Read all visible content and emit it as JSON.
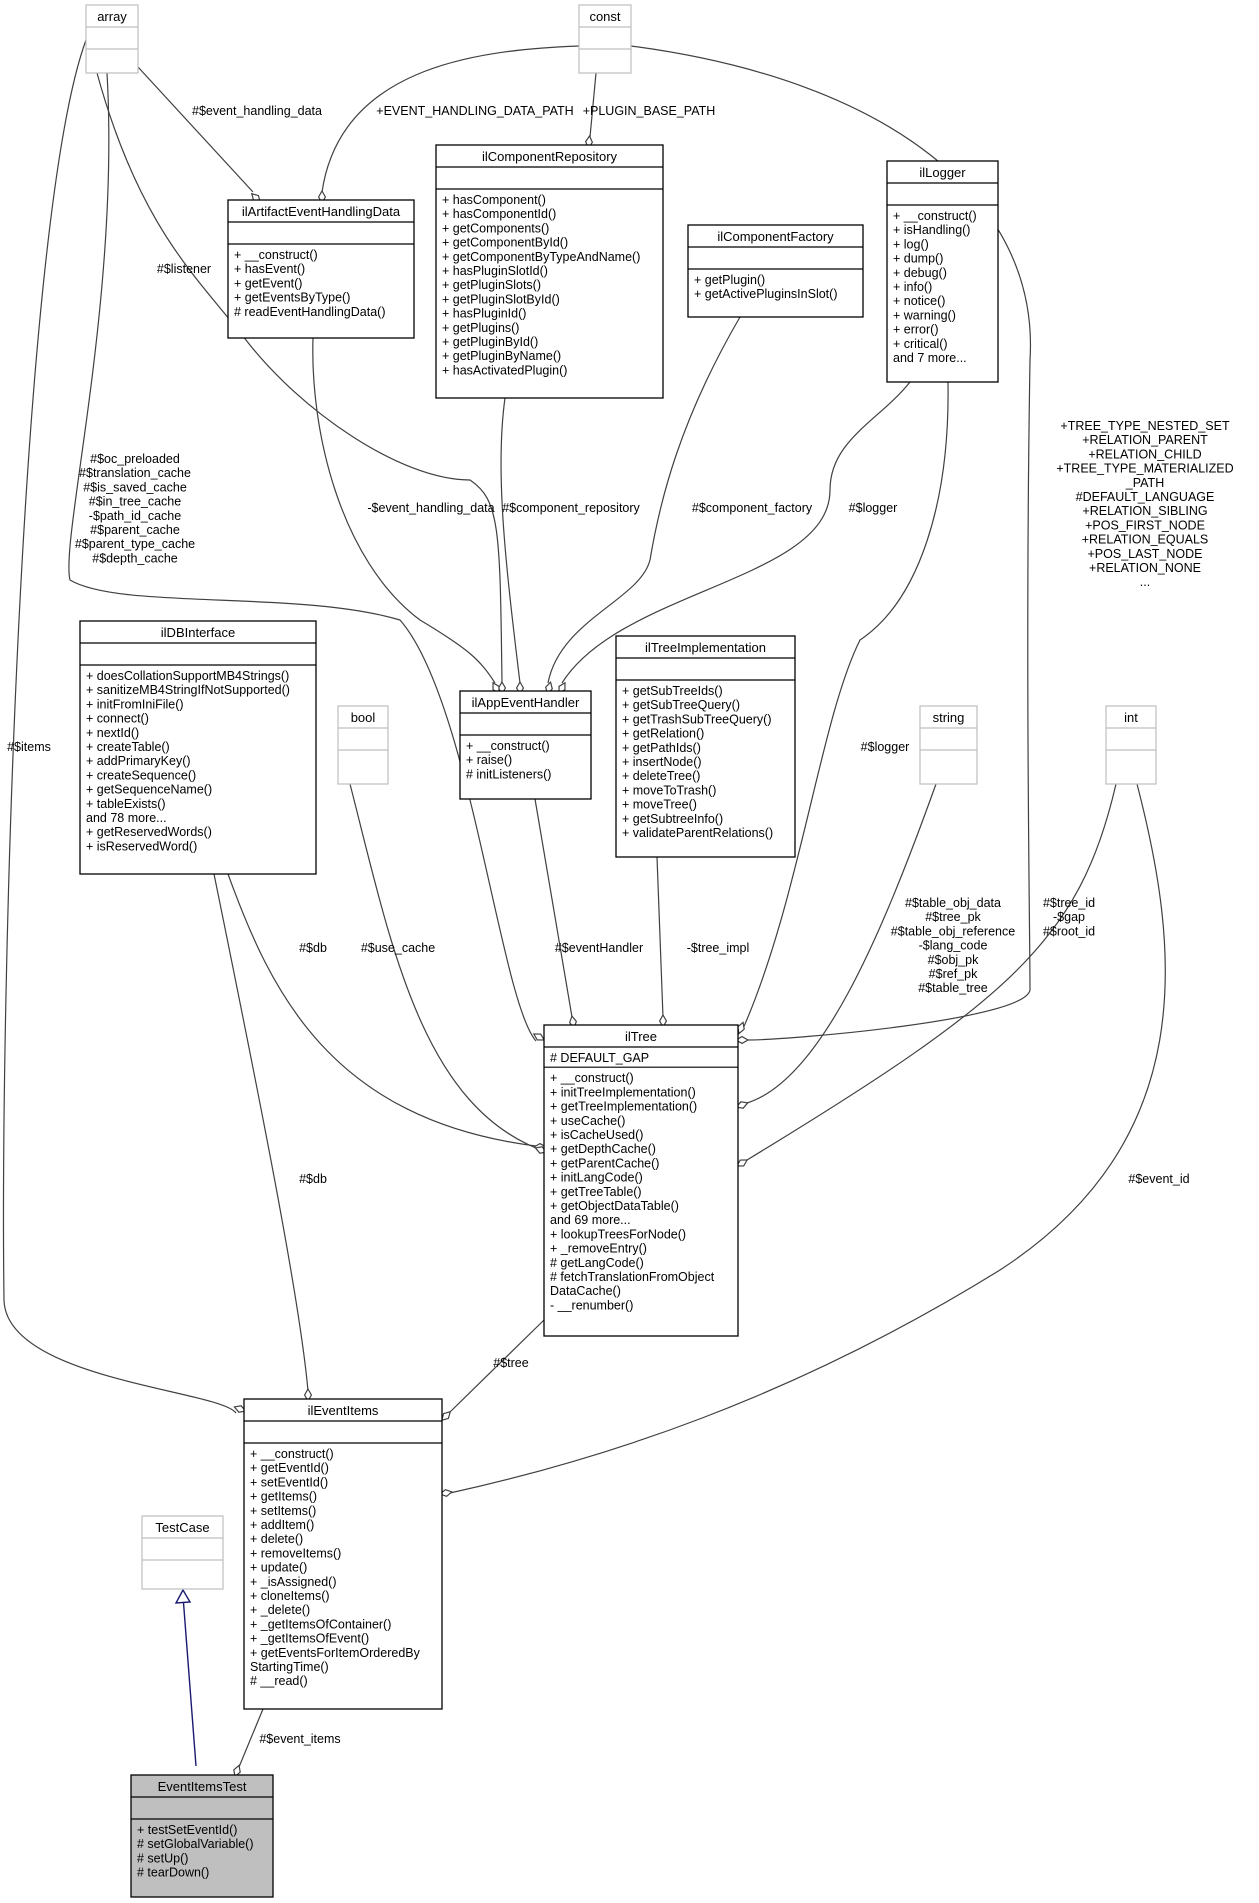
{
  "classes": {
    "array": {
      "title": "array",
      "attributes": [],
      "methods": []
    },
    "const": {
      "title": "const",
      "attributes": [],
      "methods": []
    },
    "bool": {
      "title": "bool",
      "attributes": [],
      "methods": []
    },
    "string": {
      "title": "string",
      "attributes": [],
      "methods": []
    },
    "int": {
      "title": "int",
      "attributes": [],
      "methods": []
    },
    "testcase": {
      "title": "TestCase",
      "attributes": [],
      "methods": []
    },
    "artifact": {
      "title": "ilArtifactEventHandlingData",
      "attributes": [],
      "methods": [
        "+ __construct()",
        "+ hasEvent()",
        "+ getEvent()",
        "+ getEventsByType()",
        "# readEventHandlingData()"
      ]
    },
    "repository": {
      "title": "ilComponentRepository",
      "attributes": [],
      "methods": [
        "+ hasComponent()",
        "+ hasComponentId()",
        "+ getComponents()",
        "+ getComponentById()",
        "+ getComponentByTypeAndName()",
        "+ hasPluginSlotId()",
        "+ getPluginSlots()",
        "+ getPluginSlotById()",
        "+ hasPluginId()",
        "+ getPlugins()",
        "+ getPluginById()",
        "+ getPluginByName()",
        "+ hasActivatedPlugin()"
      ]
    },
    "factory": {
      "title": "ilComponentFactory",
      "attributes": [],
      "methods": [
        "+ getPlugin()",
        "+ getActivePluginsInSlot()"
      ]
    },
    "logger": {
      "title": "ilLogger",
      "attributes": [],
      "methods": [
        "+ __construct()",
        "+ isHandling()",
        "+ log()",
        "+ dump()",
        "+ debug()",
        "+ info()",
        "+ notice()",
        "+ warning()",
        "+ error()",
        "+ critical()",
        "and 7 more..."
      ]
    },
    "dbinterface": {
      "title": "ilDBInterface",
      "attributes": [],
      "methods": [
        "+ doesCollationSupportMB4Strings()",
        "+ sanitizeMB4StringIfNotSupported()",
        "+ initFromIniFile()",
        "+ connect()",
        "+ nextId()",
        "+ createTable()",
        "+ addPrimaryKey()",
        "+ createSequence()",
        "+ getSequenceName()",
        "+ tableExists()",
        "and 78 more...",
        "+ getReservedWords()",
        "+ isReservedWord()"
      ]
    },
    "appevent": {
      "title": "ilAppEventHandler",
      "attributes": [],
      "methods": [
        "+ __construct()",
        "+ raise()",
        "# initListeners()"
      ]
    },
    "treeimpl": {
      "title": "ilTreeImplementation",
      "attributes": [],
      "methods": [
        "+ getSubTreeIds()",
        "+ getSubTreeQuery()",
        "+ getTrashSubTreeQuery()",
        "+ getRelation()",
        "+ getPathIds()",
        "+ insertNode()",
        "+ deleteTree()",
        "+ moveToTrash()",
        "+ moveTree()",
        "+ getSubtreeInfo()",
        "+ validateParentRelations()"
      ]
    },
    "iltree": {
      "title": "ilTree",
      "attributes": [
        "# DEFAULT_GAP"
      ],
      "methods": [
        "+ __construct()",
        "+ initTreeImplementation()",
        "+ getTreeImplementation()",
        "+ useCache()",
        "+ isCacheUsed()",
        "+ getDepthCache()",
        "+ getParentCache()",
        "+ initLangCode()",
        "+ getTreeTable()",
        "+ getObjectDataTable()",
        "and 69 more...",
        "+ lookupTreesForNode()",
        "+ _removeEntry()",
        "# getLangCode()",
        "# fetchTranslationFromObject",
        "DataCache()",
        "- __renumber()"
      ]
    },
    "eventitems": {
      "title": "ilEventItems",
      "attributes": [],
      "methods": [
        "+ __construct()",
        "+ getEventId()",
        "+ setEventId()",
        "+ getItems()",
        "+ setItems()",
        "+ addItem()",
        "+ delete()",
        "+ removeItems()",
        "+ update()",
        "+ _isAssigned()",
        "+ cloneItems()",
        "+ _delete()",
        "+ _getItemsOfContainer()",
        "+ _getItemsOfEvent()",
        "+ getEventsForItemOrderedBy",
        "StartingTime()",
        "# __read()"
      ]
    },
    "test": {
      "title": "EventItemsTest",
      "attributes": [],
      "methods": [
        "+ testSetEventId()",
        "# setGlobalVariable()",
        "# setUp()",
        "# tearDown()"
      ]
    }
  },
  "edge_labels": {
    "event_handling_data_array": [
      "#$event_handling_data"
    ],
    "event_handling_data_path": [
      "+EVENT_HANDLING_DATA_PATH"
    ],
    "plugin_base_path": [
      "+PLUGIN_BASE_PATH"
    ],
    "listener": [
      "#$listener"
    ],
    "tree_caches": [
      "#$oc_preloaded",
      "#$translation_cache",
      "#$is_saved_cache",
      "#$in_tree_cache",
      "-$path_id_cache",
      "#$parent_cache",
      "#$parent_type_cache",
      "#$depth_cache"
    ],
    "appevent_data": [
      "-$event_handling_data"
    ],
    "component_repository": [
      "#$component_repository"
    ],
    "component_factory": [
      "#$component_factory"
    ],
    "appevent_logger": [
      "#$logger"
    ],
    "tree_constants": [
      "+TREE_TYPE_NESTED_SET",
      "+RELATION_PARENT",
      "+RELATION_CHILD",
      "+TREE_TYPE_MATERIALIZED",
      "_PATH",
      "#DEFAULT_LANGUAGE",
      "+RELATION_SIBLING",
      "+POS_FIRST_NODE",
      "+RELATION_EQUALS",
      "+POS_LAST_NODE",
      "+RELATION_NONE",
      "..."
    ],
    "items": [
      "#$items"
    ],
    "tree_logger": [
      "#$logger"
    ],
    "tree_strings": [
      "#$table_obj_data",
      "#$tree_pk",
      "#$table_obj_reference",
      "-$lang_code",
      "#$obj_pk",
      "#$ref_pk",
      "#$table_tree"
    ],
    "tree_ints": [
      "#$tree_id",
      "-$gap",
      "#$root_id"
    ],
    "tree_db": [
      "#$db"
    ],
    "use_cache": [
      "#$use_cache"
    ],
    "event_handler": [
      "#$eventHandler"
    ],
    "tree_impl": [
      "-$tree_impl"
    ],
    "eventitems_db": [
      "#$db"
    ],
    "event_id": [
      "#$event_id"
    ],
    "tree": [
      "#$tree"
    ],
    "event_items": [
      "#$event_items"
    ]
  }
}
